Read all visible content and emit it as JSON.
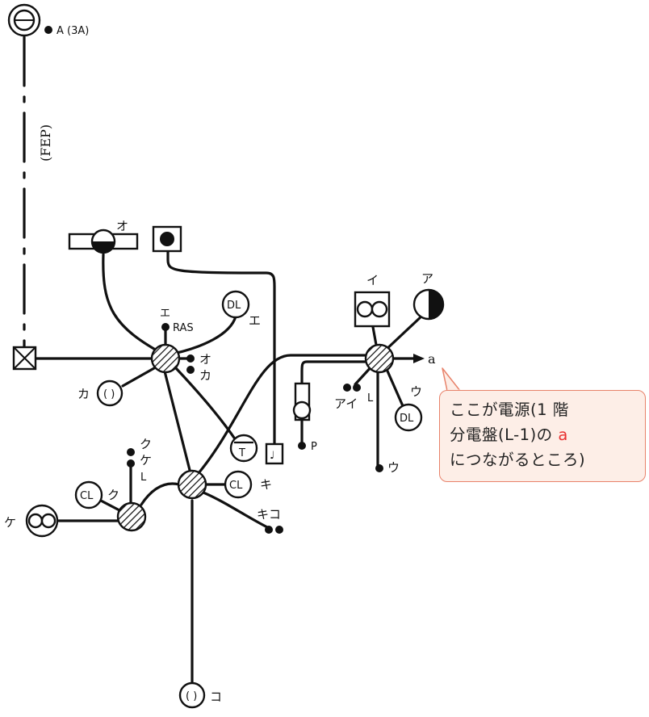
{
  "labels": {
    "source": "A (3A)",
    "fep": "(FEP)",
    "o_top": "オ",
    "e_ras": "エ",
    "ras": "RAS",
    "dl_1": "DL",
    "e_dl": "エ",
    "o_right": "オ",
    "ka_right": "カ",
    "ka_left": "カ",
    "i_top": "イ",
    "a_top": "ア",
    "a_end": "a",
    "ai": "アイ",
    "l_mid": "L",
    "u_top": "ウ",
    "dl_2": "DL",
    "u_bottom": "ウ",
    "p": "P",
    "t_sym": "T",
    "ku1": "ク",
    "ke1": "ケ",
    "l_left": "L",
    "cl_1": "CL",
    "ku2": "ク",
    "ke_left": "ケ",
    "cl_2": "CL",
    "ki": "キ",
    "kiko": "キコ",
    "ko": "コ"
  },
  "callout": {
    "line1": "ここが電源(1 階",
    "line2_pre": "分電盤(L-1)の ",
    "line2_red": "a",
    "line3": "につながるところ)",
    "highlight_color": "#e83030",
    "bg_color": "#fdeee7",
    "border_color": "#e8826a"
  }
}
